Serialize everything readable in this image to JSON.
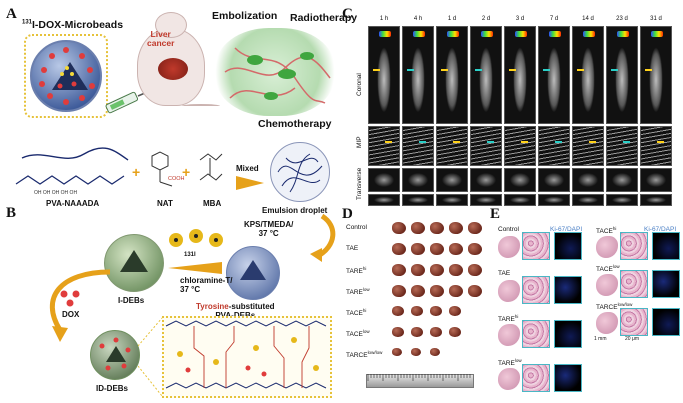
{
  "panel_a": {
    "label": "A",
    "microbeads_title": "I-DOX-Microbeads",
    "isotope_sup": "131",
    "liver_cancer": "Liver\ncancer",
    "embolization": "Embolization",
    "radiotherapy": "Radiotherapy",
    "chemotherapy": "Chemotherapy"
  },
  "panel_b": {
    "label": "B",
    "pva_naaada": "PVA-NAAADA",
    "nat": "NAT",
    "mba": "MBA",
    "cooh": "COOH",
    "mixed": "Mixed",
    "emulsion": "Emulsion droplet",
    "kps": "KPS/TMEDA/\n37 °C",
    "tyrosine": "Tyrosine",
    "substituted": "-substituted\nPVA-DEBs",
    "iodine": "131I",
    "chloramine": "chloramine-T/\n37 °C",
    "i_debs": "I-DEBs",
    "dox": "DOX",
    "id_debs": "ID-DEBs"
  },
  "panel_c": {
    "label": "C",
    "timepoints": [
      "1 h",
      "4 h",
      "1 d",
      "2 d",
      "3 d",
      "7 d",
      "14 d",
      "23 d",
      "31 d"
    ],
    "rows": [
      "Coronal",
      "MIP",
      "Transverse"
    ]
  },
  "panel_d": {
    "label": "D",
    "groups": [
      "Control",
      "TAE",
      "TARE",
      "TARE",
      "TACE",
      "TACE",
      "TARCE"
    ],
    "group_sups": [
      "",
      "",
      "hi",
      "low",
      "hi",
      "low",
      "low/low"
    ]
  },
  "panel_e": {
    "label": "E",
    "stain": "Ki-67/DAPI",
    "left_groups": [
      "Control",
      "TAE",
      "TARE",
      "TARE"
    ],
    "left_sups": [
      "",
      "",
      "hi",
      "low"
    ],
    "right_groups": [
      "TACE",
      "TACE",
      "TARCE"
    ],
    "right_sups": [
      "hi",
      "low",
      "low/low"
    ],
    "scale_1": "1 mm",
    "scale_2": "20 μm",
    "scale_3": "20 μm"
  },
  "colors": {
    "yellow_box": "#e6c23a",
    "accent_red": "#c0392b",
    "teal": "#4ab7c5"
  }
}
